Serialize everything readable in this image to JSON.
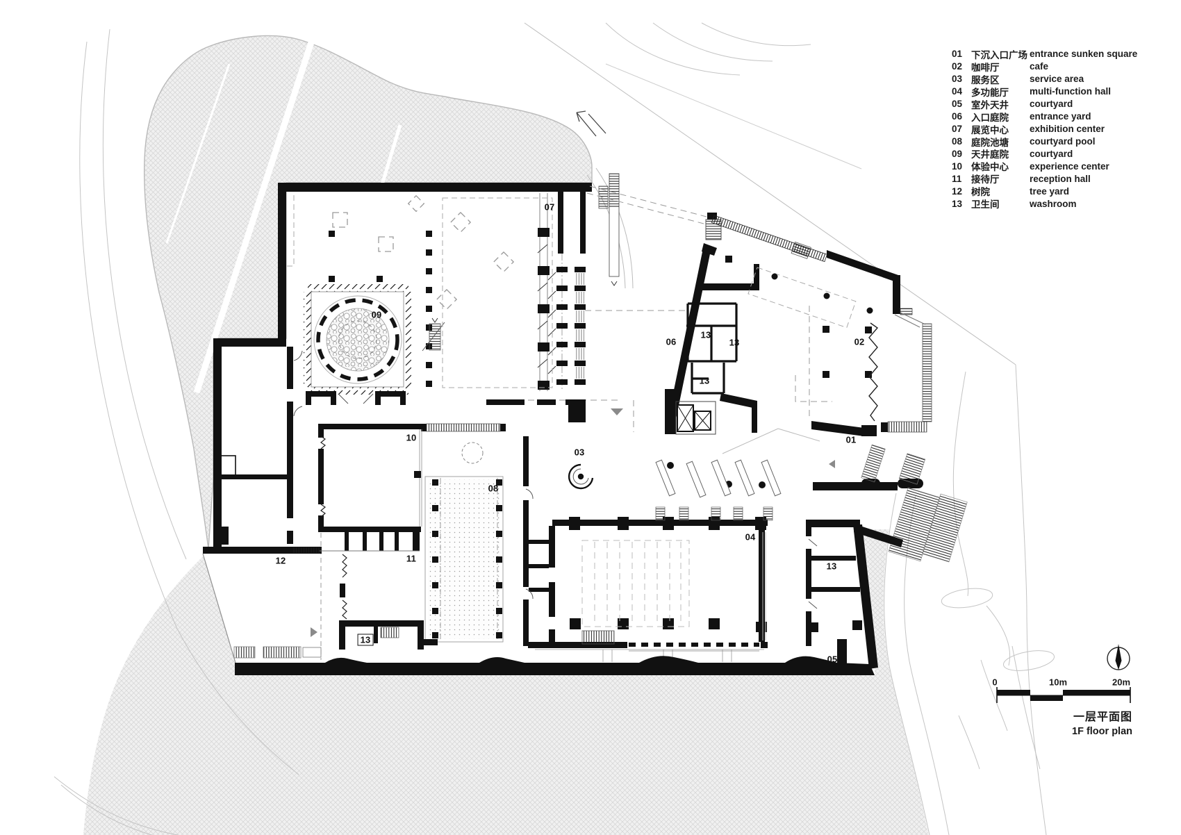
{
  "legend": {
    "items": [
      {
        "code": "01",
        "zh": "下沉入口广场",
        "en": "entrance sunken square"
      },
      {
        "code": "02",
        "zh": "咖啡厅",
        "en": "cafe"
      },
      {
        "code": "03",
        "zh": "服务区",
        "en": "service area"
      },
      {
        "code": "04",
        "zh": "多功能厅",
        "en": "multi-function hall"
      },
      {
        "code": "05",
        "zh": "室外天井",
        "en": "courtyard"
      },
      {
        "code": "06",
        "zh": "入口庭院",
        "en": "entrance yard"
      },
      {
        "code": "07",
        "zh": "展览中心",
        "en": "exhibition center"
      },
      {
        "code": "08",
        "zh": "庭院池塘",
        "en": "courtyard pool"
      },
      {
        "code": "09",
        "zh": "天井庭院",
        "en": "courtyard"
      },
      {
        "code": "10",
        "zh": "体验中心",
        "en": "experience center"
      },
      {
        "code": "11",
        "zh": "接待厅",
        "en": "reception hall"
      },
      {
        "code": "12",
        "zh": "树院",
        "en": "tree yard"
      },
      {
        "code": "13",
        "zh": "卫生间",
        "en": "washroom"
      }
    ]
  },
  "plan": {
    "room_labels": [
      "07",
      "09",
      "06",
      "13",
      "13",
      "13",
      "02",
      "01",
      "03",
      "10",
      "08",
      "04",
      "13",
      "12",
      "11",
      "13",
      "05"
    ]
  },
  "scale_bar": {
    "ticks": [
      "0",
      "10m",
      "20m"
    ]
  },
  "title": {
    "zh": "一层平面图",
    "en": "1F floor plan"
  },
  "colors": {
    "wall": "#111111",
    "hatch_line": "#d2d2d2",
    "light_line": "#c4c4c4"
  }
}
